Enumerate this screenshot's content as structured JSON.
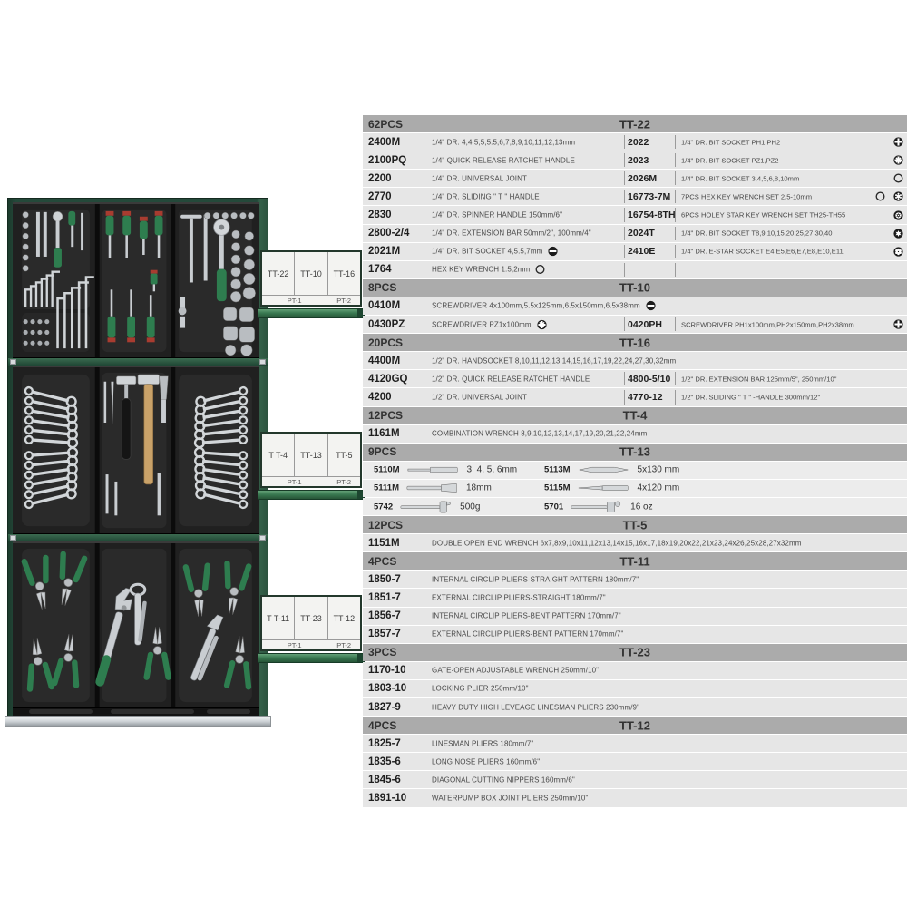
{
  "colors": {
    "header_row_bg": "#ababab",
    "data_row_bg": "#e6e6e6",
    "tray_bar_green": "#3a7a52",
    "cabinet_green": "#24493a",
    "tool_handle_green": "#2e7d4f",
    "chrome": "#c9cdd1"
  },
  "trays": [
    {
      "cells": [
        "TT-22",
        "TT-10",
        "TT-16"
      ],
      "footer": [
        "PT-1",
        "PT-2"
      ]
    },
    {
      "cells": [
        "T T-4",
        "TT-13",
        "TT-5"
      ],
      "footer": [
        "PT-1",
        "PT-2"
      ]
    },
    {
      "cells": [
        "T T-11",
        "TT-23",
        "TT-12"
      ],
      "footer": [
        "PT-1",
        "PT-2"
      ]
    }
  ],
  "icons": [
    "slot-bit-icon",
    "phillips-bit-icon",
    "pozidriv-bit-icon",
    "hex-socket-icon",
    "ball-hex-icon",
    "torx-hole-icon",
    "torx-bit-icon",
    "e-star-icon"
  ],
  "table": {
    "sections": [
      {
        "pcs": "62PCS",
        "label": "TT-22",
        "rows": [
          {
            "c1": "2400M",
            "d1": "1/4\" DR. 4,4.5,5,5.5,6,7,8,9,10,11,12,13mm",
            "c2": "2022",
            "d2": "1/4\" DR. BIT SOCKET PH1,PH2",
            "i2": [
              "phillips"
            ]
          },
          {
            "c1": "2100PQ",
            "d1": "1/4\" QUICK RELEASE RATCHET HANDLE",
            "c2": "2023",
            "d2": "1/4\" DR. BIT SOCKET PZ1,PZ2",
            "i2": [
              "pozidriv"
            ]
          },
          {
            "c1": "2200",
            "d1": "1/4\" DR. UNIVERSAL JOINT",
            "c2": "2026M",
            "d2": "1/4\" DR. BIT SOCKET 3,4,5,6,8,10mm",
            "i2": [
              "hexout"
            ]
          },
          {
            "c1": "2770",
            "d1": "1/4\" DR. SLIDING \" T \" HANDLE",
            "c2": "16773-7M",
            "d2": "7PCS HEX KEY WRENCH SET 2.5-10mm",
            "i2": [
              "hexout",
              "ballhex"
            ]
          },
          {
            "c1": "2830",
            "d1": "1/4\" DR. SPINNER HANDLE 150mm/6\"",
            "c2": "16754-8TH",
            "d2": "6PCS HOLEY STAR KEY WRENCH SET TH25-TH55",
            "i2": [
              "torxring"
            ]
          },
          {
            "c1": "2800-2/4",
            "d1": "1/4\" DR. EXTENSION BAR 50mm/2\", 100mm/4\"",
            "c2": "2024T",
            "d2": "1/4\" DR. BIT SOCKET T8,9,10,15,20,25,27,30,40",
            "i2": [
              "torx"
            ]
          },
          {
            "c1": "2021M",
            "d1": "1/4\" DR. BIT SOCKET 4,5.5,7mm",
            "i1": [
              "slot"
            ],
            "c2": "2410E",
            "d2": "1/4\" DR. E-STAR SOCKET E4,E5,E6,E7,E8,E10,E11",
            "i2": [
              "estar"
            ]
          },
          {
            "c1": "1764",
            "d1": "HEX KEY WRENCH 1.5,2mm",
            "i1": [
              "hexout"
            ],
            "c2": "",
            "d2": ""
          }
        ]
      },
      {
        "pcs": "8PCS",
        "label": "TT-10",
        "rows": [
          {
            "c1": "0410M",
            "d1": "SCREWDRIVER 4x100mm,5.5x125mm,6.5x150mm,6.5x38mm",
            "i1": [
              "slot"
            ]
          },
          {
            "c1": "0430PZ",
            "d1": "SCREWDRIVER PZ1x100mm",
            "i1": [
              "pozidriv"
            ],
            "c2": "0420PH",
            "d2": "SCREWDRIVER PH1x100mm,PH2x150mm,PH2x38mm",
            "i2": [
              "phillips"
            ]
          }
        ]
      },
      {
        "pcs": "20PCS",
        "label": "TT-16",
        "rows": [
          {
            "c1": "4400M",
            "d1": "1/2\" DR. HANDSOCKET 8,10,11,12,13,14,15,16,17,19,22,24,27,30,32mm"
          },
          {
            "c1": "4120GQ",
            "d1": "1/2\" DR. QUICK RELEASE RATCHET HANDLE",
            "c2": "4800-5/10",
            "d2": "1/2\" DR. EXTENSION BAR 125mm/5\", 250mm/10\""
          },
          {
            "c1": "4200",
            "d1": "1/2\" DR. UNIVERSAL JOINT",
            "c2": "4770-12",
            "d2": "1/2\" DR. SLIDING \" T \" -HANDLE 300mm/12\""
          }
        ]
      },
      {
        "pcs": "12PCS",
        "label": "TT-4",
        "rows": [
          {
            "c1": "1161M",
            "d1": "COMBINATION WRENCH 8,9,10,12,13,14,17,19,20,21,22,24mm"
          }
        ]
      },
      {
        "pcs": "9PCS",
        "label": "TT-13",
        "rows": [
          {
            "tools": [
              {
                "code": "5110M",
                "tool": "pin-punch",
                "size": "3, 4, 5, 6mm"
              },
              {
                "code": "5113M",
                "tool": "center-punch",
                "size": "5x130 mm"
              }
            ]
          },
          {
            "tools": [
              {
                "code": "5111M",
                "tool": "flat-chisel",
                "size": "18mm"
              },
              {
                "code": "5115M",
                "tool": "taper-punch",
                "size": "4x120 mm"
              }
            ]
          },
          {
            "tools": [
              {
                "code": "5742",
                "tool": "hammer",
                "size": "500g"
              },
              {
                "code": "5701",
                "tool": "ball-pein-hammer",
                "size": "16 oz"
              }
            ]
          }
        ]
      },
      {
        "pcs": "12PCS",
        "label": "TT-5",
        "rows": [
          {
            "c1": "1151M",
            "d1": "DOUBLE OPEN END WRENCH 6x7,8x9,10x11,12x13,14x15,16x17,18x19,20x22,21x23,24x26,25x28,27x32mm"
          }
        ]
      },
      {
        "pcs": "4PCS",
        "label": "TT-11",
        "rows": [
          {
            "c1": "1850-7",
            "d1": "INTERNAL CIRCLIP PLIERS-STRAIGHT PATTERN 180mm/7\""
          },
          {
            "c1": "1851-7",
            "d1": "EXTERNAL CIRCLIP PLIERS-STRAIGHT 180mm/7\""
          },
          {
            "c1": "1856-7",
            "d1": "INTERNAL CIRCLIP PLIERS-BENT PATTERN 170mm/7\""
          },
          {
            "c1": "1857-7",
            "d1": "EXTERNAL CIRCLIP PLIERS-BENT PATTERN 170mm/7\""
          }
        ]
      },
      {
        "pcs": "3PCS",
        "label": "TT-23",
        "rows": [
          {
            "c1": "1170-10",
            "d1": "GATE-OPEN ADJUSTABLE WRENCH 250mm/10\""
          },
          {
            "c1": "1803-10",
            "d1": "LOCKING PLIER 250mm/10\""
          },
          {
            "c1": "1827-9",
            "d1": "HEAVY DUTY HIGH LEVEAGE LINESMAN PLIERS 230mm/9\""
          }
        ]
      },
      {
        "pcs": "4PCS",
        "label": "TT-12",
        "rows": [
          {
            "c1": "1825-7",
            "d1": "LINESMAN PLIERS 180mm/7\""
          },
          {
            "c1": "1835-6",
            "d1": "LONG NOSE PLIERS 160mm/6\""
          },
          {
            "c1": "1845-6",
            "d1": "DIAGONAL CUTTING NIPPERS 160mm/6\""
          },
          {
            "c1": "1891-10",
            "d1": "WATERPUMP BOX JOINT PLIERS 250mm/10\""
          }
        ]
      }
    ]
  }
}
